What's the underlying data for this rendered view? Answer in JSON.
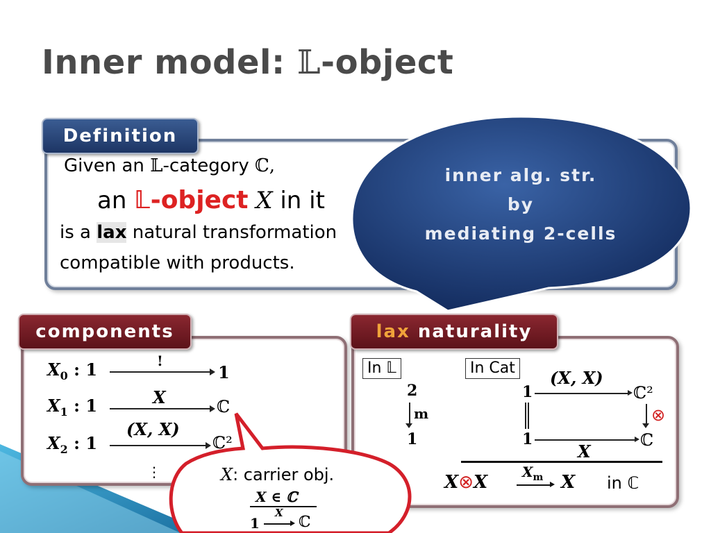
{
  "title": {
    "prefix": "Inner model: ",
    "blackboard": "𝕃",
    "suffix": "-object"
  },
  "definition": {
    "tab": "Definition",
    "line1_text": "Given an ",
    "line1_bb": "𝕃",
    "line1_text2": "-category ",
    "line1_cat": "ℂ,",
    "line2_an": "an ",
    "line2_lobj": "𝕃-object",
    "line2_x": "X",
    "line2_init": " in it",
    "line3_pre": "is a ",
    "line3_lax": "lax",
    "line3_post": " natural transformation",
    "line4": "compatible with products."
  },
  "bubble": {
    "line1": "inner alg. str.",
    "line2": "by",
    "line3": "mediating 2-cells"
  },
  "components": {
    "tab": "components",
    "rows": [
      {
        "lhs": "X",
        "sub": "0",
        "colon": " : 1",
        "label": "!",
        "target": "1"
      },
      {
        "lhs": "X",
        "sub": "1",
        "colon": " : 1",
        "label": "X",
        "target": "ℂ"
      },
      {
        "lhs": "X",
        "sub": "2",
        "colon": " : 1",
        "label": "(X, X)",
        "target": "ℂ²"
      }
    ],
    "dots": "⋮"
  },
  "carrier": {
    "x": "X",
    "text": ": carrier obj.",
    "frac_num": "X ∈ ℂ",
    "frac_den_one": "1",
    "frac_den_label": "X",
    "frac_den_target": "ℂ"
  },
  "lax": {
    "tab_hl": "lax",
    "tab_rest": " naturality",
    "inL_label": "In 𝕃",
    "inCat_label": "In Cat",
    "left_top": "2",
    "left_m": "m",
    "left_bot": "1",
    "sq_tl": "1",
    "sq_top_label": "(X, X)",
    "sq_tr": "ℂ²",
    "sq_bl": "1",
    "sq_bot_label": "X",
    "sq_br": "ℂ",
    "otimes": "⊗",
    "eq_x1": "X",
    "eq_x2": "X",
    "eq_label": "X",
    "eq_label_sub": "m",
    "eq_x3": "X",
    "eq_in": "in ℂ"
  },
  "colors": {
    "title": "#4a4a4a",
    "definition_tab": "#2a4679",
    "section_tab": "#6f1a22",
    "lax_highlight": "#f0a33a",
    "bubble": "#23427a",
    "red": "#d22222"
  }
}
